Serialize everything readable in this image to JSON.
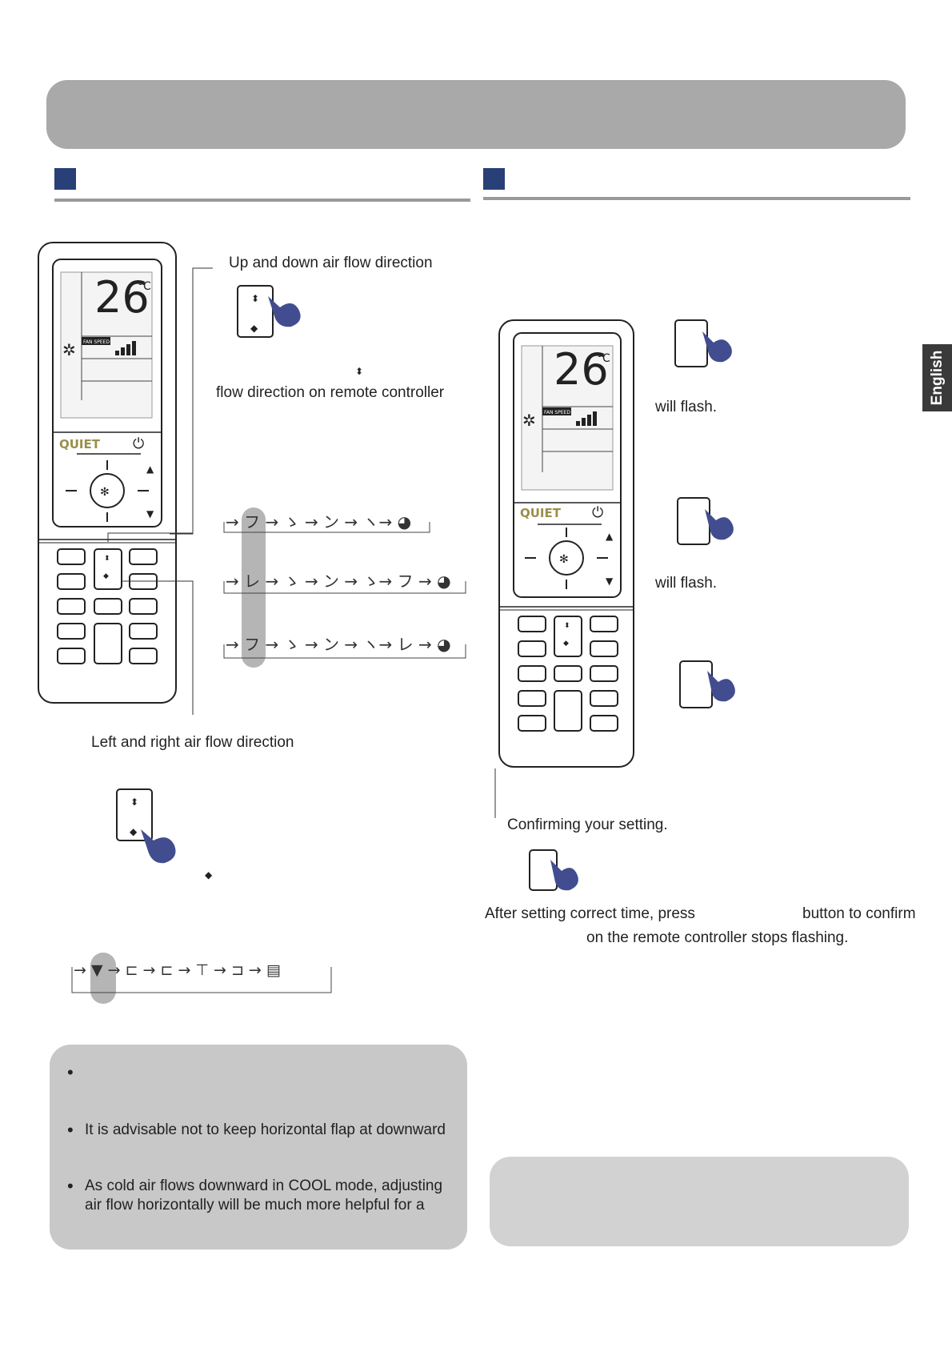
{
  "side_tab": {
    "label": "English"
  },
  "left": {
    "up_down_title": "Up and down air flow direction",
    "up_down_desc": "flow direction on remote controller",
    "left_right_title": "Left and right air flow direction",
    "notes": [
      "",
      "It is advisable not to keep horizontal flap at downward",
      "As cold air flows downward in COOL mode, adjusting",
      "air flow horizontally will be much more helpful for a"
    ]
  },
  "right": {
    "step1_text": "will flash.",
    "step2_text": "will flash.",
    "confirm_title": "Confirming your setting.",
    "confirm_line1_a": "After setting correct time, press",
    "confirm_line1_b": "button to confirm",
    "confirm_line2": "on the remote controller stops flashing."
  },
  "remote": {
    "temperature": "26",
    "unit": "°C",
    "fan_speed_label": "FAN SPEED",
    "quiet_label": "QUIET"
  },
  "colors": {
    "banner": "#a9a9aa",
    "section_square": "#283f78",
    "hand": "#414d8f",
    "note_box": "#c8c8c9"
  },
  "icons": [
    "hand-pointer-icon",
    "up-down-arrow-icon",
    "left-right-arrow-icon",
    "power-icon",
    "fan-icon",
    "snowflake-icon"
  ]
}
